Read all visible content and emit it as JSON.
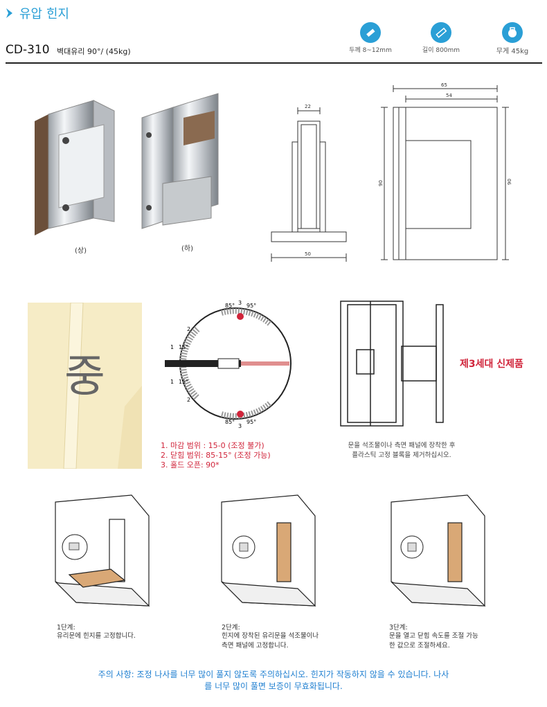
{
  "header": {
    "section_title": "유압 힌지",
    "model_code": "CD-310",
    "model_desc": "벽대유리 90°/ (45kg)"
  },
  "specs": [
    {
      "icon": "thickness-icon",
      "label": "두께 8~12mm"
    },
    {
      "icon": "ruler-icon",
      "label": "길이 800mm"
    },
    {
      "icon": "weight-icon",
      "label": "무게 45kg"
    }
  ],
  "photos": {
    "caption_top": "(상)",
    "caption_bottom": "(하)"
  },
  "dimensions": {
    "width_22": "22",
    "width_50": "50",
    "width_65": "65",
    "width_54": "54",
    "height_left": "90",
    "height_right": "90"
  },
  "middle": {
    "center_label": "중",
    "dial_labels": {
      "a85": "85°",
      "a3": "3",
      "a95": "95°",
      "b2": "2",
      "b1": "1",
      "b15": "15°",
      "c1": "1",
      "c15": "15°",
      "c2": "2",
      "d85": "85°",
      "d3": "3",
      "d95": "95°"
    },
    "ranges": [
      "1. 마감 범위 : 15-0 (조정 불가)",
      "2. 닫힘 범위: 85-15° (조정 가능)",
      "3. 홀드 오픈: 90*"
    ],
    "new_product": "제3세대 신제품",
    "install_note_1": "문을 석조물이나 측면 패널에 장착한 후",
    "install_note_2": "플라스틱 고정 블록을 제거하십시오."
  },
  "steps": [
    {
      "title": "1단계:",
      "lines": [
        "유리문에 힌지를 고정합니다."
      ]
    },
    {
      "title": "2단계:",
      "lines": [
        "힌지에 장착된 유리문을 석조물이나",
        "측면 패널에 고정합니다."
      ]
    },
    {
      "title": "3단계:",
      "lines": [
        "문을 열고 닫힘 속도를 조절 가능",
        "한 값으로 조절하세요."
      ]
    }
  ],
  "warning": {
    "line1": "주의 사항: 조정 나사를 너무 많이 풀지 않도록 주의하십시오. 힌지가 작동하지 않을 수 있습니다. 나사",
    "line2": "를 너무 많이 풀면 보증이 무효화됩니다."
  },
  "colors": {
    "accent": "#2a9fd6",
    "warning_red": "#d0243a",
    "warning_blue": "#1f7fd0"
  }
}
